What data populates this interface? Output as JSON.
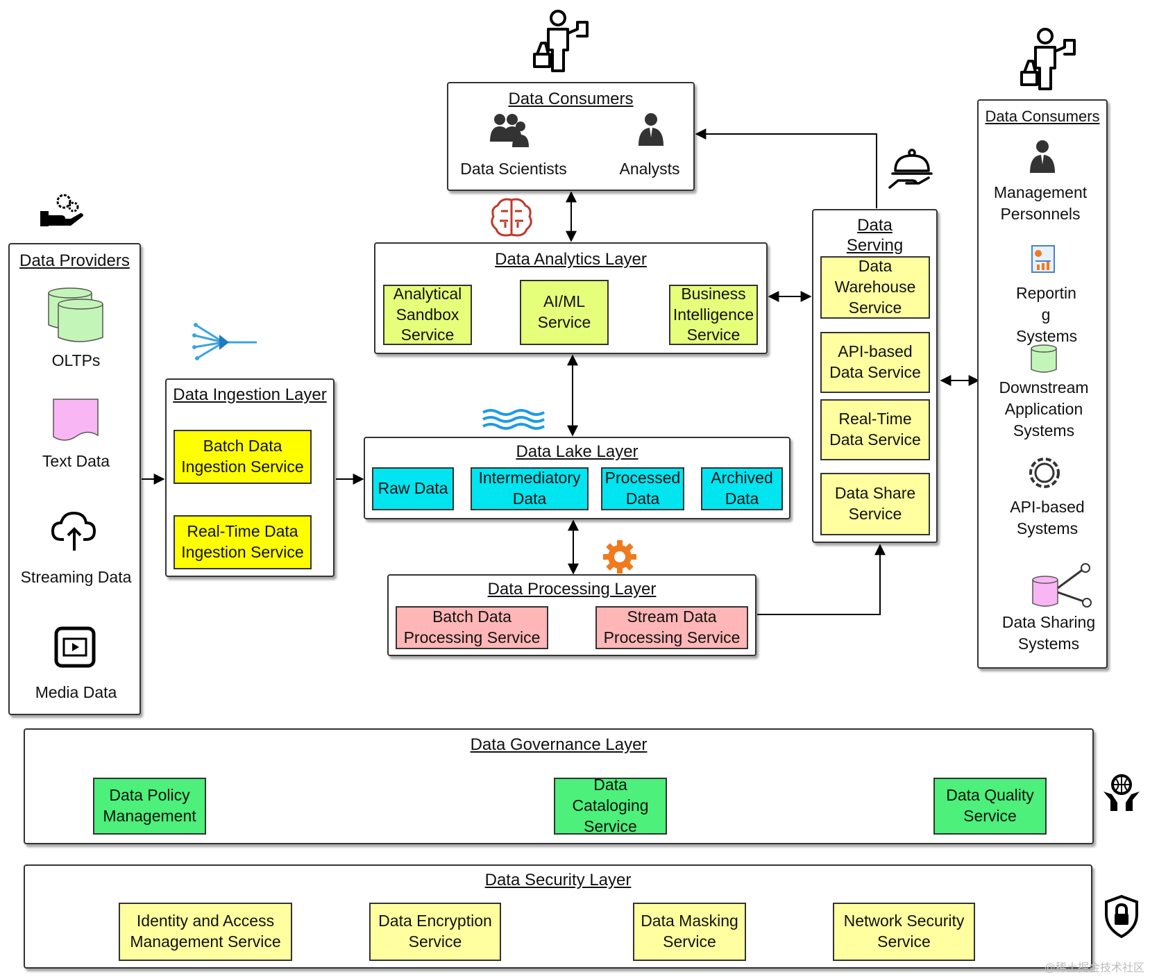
{
  "providers": {
    "title": "Data Providers",
    "items": [
      "OLTPs",
      "Text Data",
      "Streaming Data",
      "Media Data"
    ]
  },
  "ingestion": {
    "title": "Data Ingestion Layer",
    "services": [
      "Batch Data Ingestion Service",
      "Real-Time Data Ingestion Service"
    ]
  },
  "consumers_top": {
    "title": "Data Consumers",
    "items": [
      "Data Scientists",
      "Analysts"
    ]
  },
  "analytics": {
    "title": "Data Analytics Layer",
    "services": [
      "Analytical Sandbox Service",
      "AI/ML Service",
      "Business Intelligence Service"
    ]
  },
  "lake": {
    "title": "Data Lake Layer",
    "zones": [
      "Raw Data",
      "Intermediatory Data",
      "Processed Data",
      "Archived Data"
    ]
  },
  "processing": {
    "title": "Data Processing Layer",
    "services": [
      "Batch Data Processing Service",
      "Stream Data Processing Service"
    ]
  },
  "serving": {
    "title": "Data Serving Layer",
    "services": [
      "Data Warehouse Service",
      "API-based Data Service",
      "Real-Time Data Service",
      "Data Share Service"
    ]
  },
  "consumers_right": {
    "title": "Data Consumers",
    "items": [
      "Management Personnels",
      "Reportin g Systems",
      "Downstream Application Systems",
      "API-based Systems",
      "Data Sharing Systems"
    ]
  },
  "governance": {
    "title": "Data Governance Layer",
    "services": [
      "Data Policy Management",
      "Data Cataloging Service",
      "Data Quality Service"
    ]
  },
  "security": {
    "title": "Data Security Layer",
    "services": [
      "Identity and Access Management Service",
      "Data Encryption Service",
      "Data Masking Service",
      "Network Security Service"
    ]
  },
  "watermark": "@稀土掘金技术社区",
  "colors": {
    "ingestion": "#ffff00",
    "serving": "#ffffa0",
    "analytics": "#e6ff7a",
    "lake": "#00e5f0",
    "processing": "#ffb6b6",
    "governance": "#4cf07a",
    "security": "#ffffa0"
  }
}
